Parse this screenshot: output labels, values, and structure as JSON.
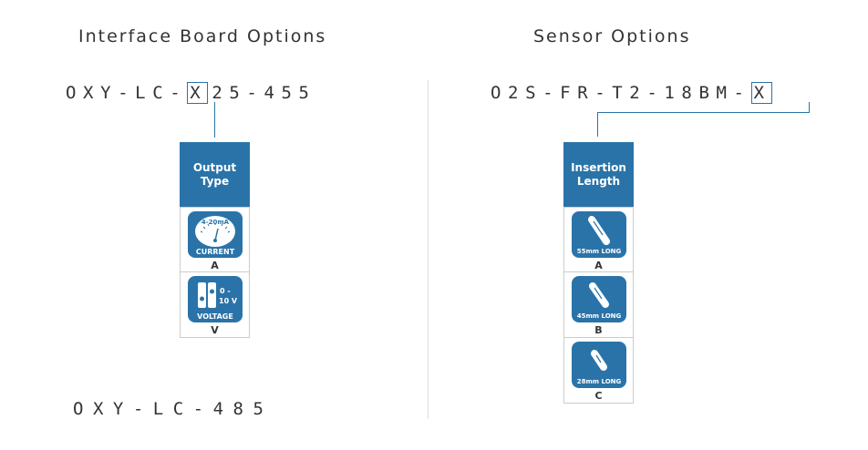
{
  "left": {
    "title": "Interface Board Options",
    "code_prefix": "OXY-LC-",
    "code_option": "X",
    "code_suffix": "25-455",
    "column_header_line1": "Output",
    "column_header_line2": "Type",
    "options": [
      {
        "icon_label": "4-20mA",
        "caption": "CURRENT",
        "letter": "A",
        "icon": "ammeter-gauge-icon"
      },
      {
        "icon_label": "0 -",
        "icon_label2": "10 V",
        "caption": "VOLTAGE",
        "letter": "V",
        "icon": "voltage-switch-icon"
      }
    ],
    "footer_code": "OXY-LC-485"
  },
  "right": {
    "title": "Sensor Options",
    "code_prefix": "O2S-FR-T2-18BM-",
    "code_option": "X",
    "column_header_line1": "Insertion",
    "column_header_line2": "Length",
    "options": [
      {
        "caption": "55mm LONG",
        "letter": "A",
        "icon": "probe-rod-icon"
      },
      {
        "caption": "45mm LONG",
        "letter": "B",
        "icon": "probe-rod-icon"
      },
      {
        "caption": "28mm LONG",
        "letter": "C",
        "icon": "probe-rod-icon"
      }
    ]
  },
  "colors": {
    "accent": "#2a73a8",
    "divider": "#dddddd",
    "cell_border": "#cccccc"
  }
}
